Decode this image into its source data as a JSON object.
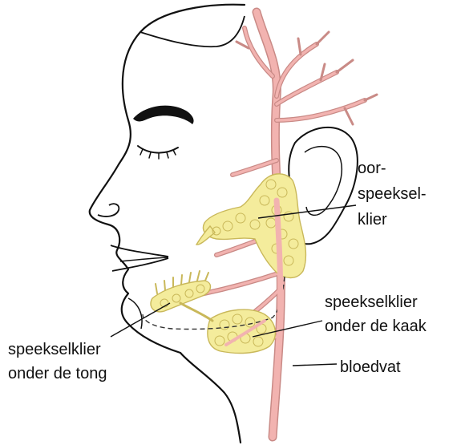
{
  "colors": {
    "vessel": "#f2b3b0",
    "vessel_edge": "#c98a86",
    "gland": "#f4ec9c",
    "gland_edge": "#c9b85a",
    "outline": "#111111"
  },
  "labels": {
    "parotid_line1": "oor-",
    "parotid_line2": "speeksel-",
    "parotid_line3": "klier",
    "submandibular_line1": "speekselklier",
    "submandibular_line2": "onder de kaak",
    "sublingual_line1": "speekselklier",
    "sublingual_line2": "onder de tong",
    "vessel": "bloedvat"
  }
}
